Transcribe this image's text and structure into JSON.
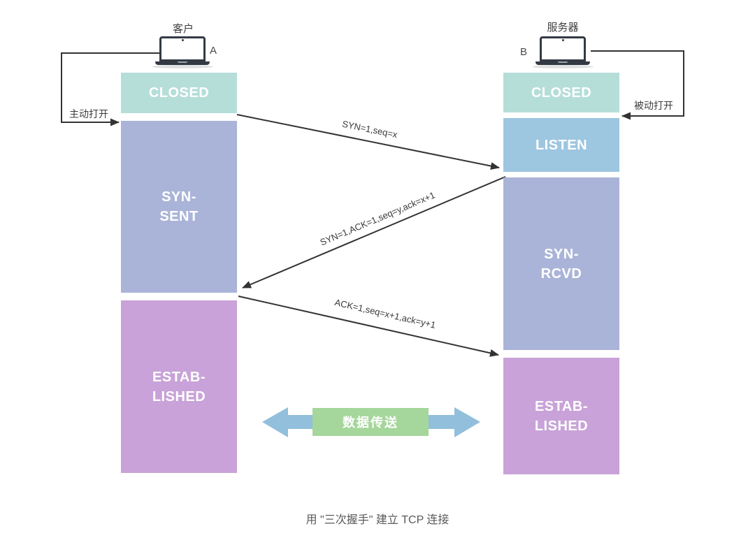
{
  "caption": "用 \"三次握手\" 建立 TCP 连接",
  "client": {
    "device_label": "客户",
    "letter": "A",
    "open_label": "主动打开",
    "states": {
      "closed": "CLOSED",
      "syn_sent": "SYN-\nSENT",
      "established": "ESTAB-\nLISHED"
    }
  },
  "server": {
    "device_label": "服务器",
    "letter": "B",
    "open_label": "被动打开",
    "states": {
      "closed": "CLOSED",
      "listen": "LISTEN",
      "syn_rcvd": "SYN-\nRCVD",
      "established": "ESTAB-\nLISHED"
    }
  },
  "messages": {
    "syn": "SYN=1,seq=x",
    "syn_ack": "SYN=1,ACK=1,seq=y,ack=x+1",
    "ack": "ACK=1,seq=x+1,ack=y+1"
  },
  "transfer": {
    "label": "数据传送"
  },
  "colors": {
    "closed": "#b5ded9",
    "listen": "#9dc6e0",
    "syn": "#aab4d8",
    "established": "#c8a2d8",
    "transfer-box": "#a5d69b",
    "transfer-arrow": "#92bfdb",
    "line": "#333333",
    "laptop": "#333a44",
    "label": "#3c3c3c",
    "text-muted": "#595959"
  }
}
